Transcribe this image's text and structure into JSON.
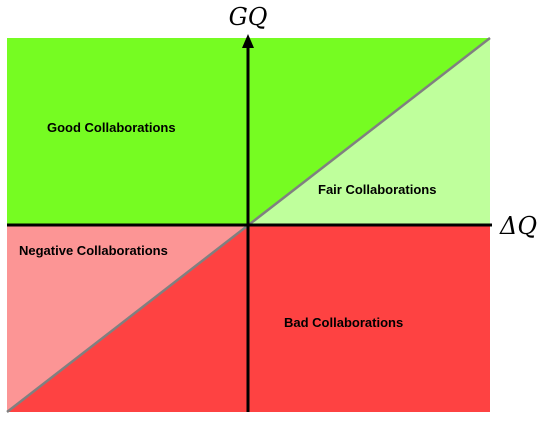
{
  "axes": {
    "x_label": "ΔQ",
    "y_label": "GQ"
  },
  "regions": [
    {
      "label": "Good Collaborations",
      "color": "#76fc22"
    },
    {
      "label": "Fair Collaborations",
      "color": "#bfff9c"
    },
    {
      "label": "Negative Collaborations",
      "color": "#fc9595"
    },
    {
      "label": "Bad Collaborations",
      "color": "#fe4242"
    }
  ],
  "colors": {
    "axis": "#000000",
    "diagonal": "#808080"
  }
}
